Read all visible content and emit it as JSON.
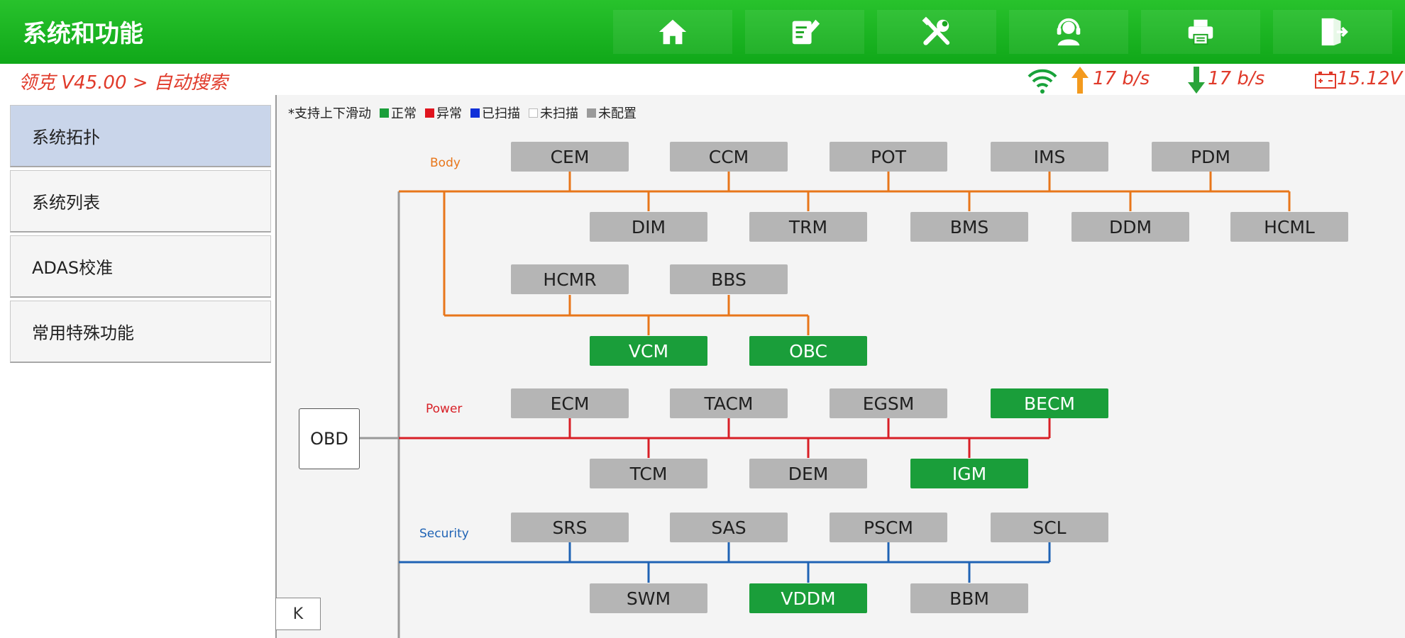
{
  "header": {
    "title": "系统和功能",
    "nav": [
      {
        "icon": "home-icon"
      },
      {
        "icon": "edit-report-icon"
      },
      {
        "icon": "tools-icon"
      },
      {
        "icon": "support-agent-icon"
      },
      {
        "icon": "printer-icon"
      },
      {
        "icon": "exit-icon"
      }
    ]
  },
  "breadcrumb": "领克 V45.00 > 自动搜索",
  "status": {
    "upload": "17 b/s",
    "download": "17 b/s",
    "voltage": "15.12V"
  },
  "sidebar": {
    "items": [
      {
        "label": "系统拓扑",
        "active": true
      },
      {
        "label": "系统列表"
      },
      {
        "label": "ADAS校准"
      },
      {
        "label": "常用特殊功能"
      }
    ]
  },
  "legend": {
    "hint": "*支持上下滑动",
    "items": [
      {
        "label": "正常",
        "color": "#1a9e3a"
      },
      {
        "label": "异常",
        "color": "#e0141e"
      },
      {
        "label": "已扫描",
        "color": "#1030d8"
      },
      {
        "label": "未扫描",
        "color": "#ffffff"
      },
      {
        "label": "未配置",
        "color": "#9a9a9a"
      }
    ]
  },
  "groups": {
    "body": {
      "label": "Body",
      "color": "#e8761a"
    },
    "power": {
      "label": "Power",
      "color": "#d81f26"
    },
    "security": {
      "label": "Security",
      "color": "#1f63b5"
    }
  },
  "obd_label": "OBD",
  "collapse_label": "K",
  "nodes": {
    "cem": {
      "label": "CEM",
      "status": "unconfigured"
    },
    "ccm": {
      "label": "CCM",
      "status": "unconfigured"
    },
    "pot": {
      "label": "POT",
      "status": "unconfigured"
    },
    "ims": {
      "label": "IMS",
      "status": "unconfigured"
    },
    "pdm": {
      "label": "PDM",
      "status": "unconfigured"
    },
    "dim": {
      "label": "DIM",
      "status": "unconfigured"
    },
    "trm": {
      "label": "TRM",
      "status": "unconfigured"
    },
    "bms": {
      "label": "BMS",
      "status": "unconfigured"
    },
    "ddm": {
      "label": "DDM",
      "status": "unconfigured"
    },
    "hcml": {
      "label": "HCML",
      "status": "unconfigured"
    },
    "hcmr": {
      "label": "HCMR",
      "status": "unconfigured"
    },
    "bbs": {
      "label": "BBS",
      "status": "unconfigured"
    },
    "vcm": {
      "label": "VCM",
      "status": "normal"
    },
    "obc": {
      "label": "OBC",
      "status": "normal"
    },
    "ecm": {
      "label": "ECM",
      "status": "unconfigured"
    },
    "tacm": {
      "label": "TACM",
      "status": "unconfigured"
    },
    "egsm": {
      "label": "EGSM",
      "status": "unconfigured"
    },
    "becm": {
      "label": "BECM",
      "status": "normal"
    },
    "tcm": {
      "label": "TCM",
      "status": "unconfigured"
    },
    "dem": {
      "label": "DEM",
      "status": "unconfigured"
    },
    "igm": {
      "label": "IGM",
      "status": "normal"
    },
    "srs": {
      "label": "SRS",
      "status": "unconfigured"
    },
    "sas": {
      "label": "SAS",
      "status": "unconfigured"
    },
    "pscm": {
      "label": "PSCM",
      "status": "unconfigured"
    },
    "scl": {
      "label": "SCL",
      "status": "unconfigured"
    },
    "swm": {
      "label": "SWM",
      "status": "unconfigured"
    },
    "vddm": {
      "label": "VDDM",
      "status": "normal"
    },
    "bbm": {
      "label": "BBM",
      "status": "unconfigured"
    }
  }
}
